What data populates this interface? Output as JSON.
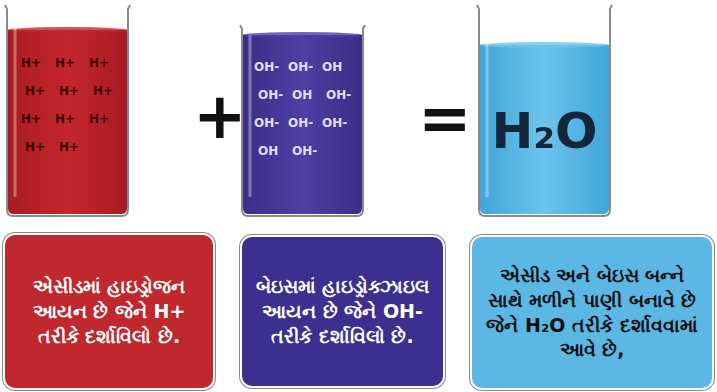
{
  "diagram": {
    "nodes": [
      {
        "text": [
          "H+",
          "H+",
          "H+",
          "H+",
          "H+",
          "H+",
          "H+",
          "H+",
          "H+",
          "H+",
          "H+"
        ]
      },
      {
        "text": [
          "OH-",
          "OH-",
          "OH",
          "OH-",
          "OH",
          "OH-",
          "OH-",
          "OH-",
          "OH-",
          "OH",
          "OH-"
        ]
      },
      {
        "text": [
          "H₂O"
        ]
      },
      {
        "text": [
          "એસીડમાં હાઇડ્રોજન આયન છે જેને H+ તરીકે દર્શાવિલો છે."
        ]
      },
      {
        "text": [
          "બેઇસમાં હાઇડ્રોક્ઝાઇલ આયન છે જેને OH- તરીકે દર્શાવિલો છે."
        ]
      },
      {
        "text": [
          "એસીડ અને બેઇસ બન્ને સાથે મળીને પાણી બનાવે છે જેને H₂O તરીકે દર્શાવવામાં આવે છે,"
        ]
      }
    ],
    "labels": [
      "+",
      "="
    ]
  }
}
